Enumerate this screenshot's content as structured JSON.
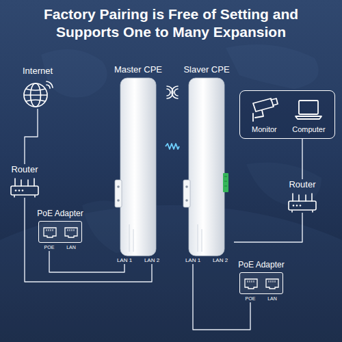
{
  "diagram": {
    "title": "Factory Pairing is Free of Setting and Supports One to Many Expansion",
    "nodes": [
      {
        "text": [
          "Internet"
        ]
      },
      {
        "text": [
          "Master CPE",
          "LAN 1",
          "LAN 2"
        ]
      },
      {
        "text": [
          "Slaver CPE",
          "LAN 1",
          "LAN 2"
        ]
      },
      {
        "text": [
          "Monitor",
          "Computer"
        ]
      },
      {
        "text": [
          "Router"
        ]
      },
      {
        "text": [
          "Router"
        ]
      },
      {
        "text": [
          "PoE Adapter",
          "POE",
          "LAN"
        ]
      },
      {
        "text": [
          "PoE Adapter",
          "POE",
          "LAN"
        ]
      }
    ],
    "edges": [
      {
        "from": 0,
        "to": 4,
        "arrow": "none"
      },
      {
        "from": 1,
        "to": 2,
        "arrow": "none"
      },
      {
        "from": 4,
        "to": 1,
        "arrow": "none"
      },
      {
        "from": 6,
        "to": 1,
        "arrow": "none"
      },
      {
        "from": 2,
        "to": 5,
        "arrow": "none"
      },
      {
        "from": 5,
        "to": 3,
        "arrow": "none"
      },
      {
        "from": 2,
        "to": 7,
        "arrow": "none"
      }
    ]
  }
}
